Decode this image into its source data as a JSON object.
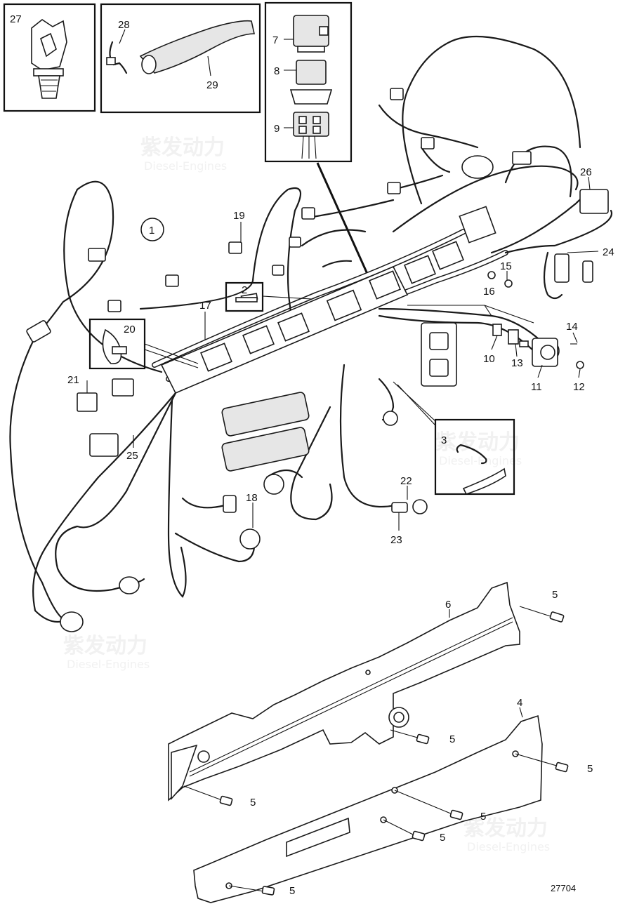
{
  "diagram": {
    "drawing_number": "27704",
    "watermark": {
      "brand": "紫发动力",
      "sub": "Diesel-Engines"
    },
    "callouts": [
      {
        "id": "c27",
        "label": "27"
      },
      {
        "id": "c28",
        "label": "28"
      },
      {
        "id": "c29",
        "label": "29"
      },
      {
        "id": "c7",
        "label": "7"
      },
      {
        "id": "c8",
        "label": "8"
      },
      {
        "id": "c9",
        "label": "9"
      },
      {
        "id": "c26",
        "label": "26"
      },
      {
        "id": "c19",
        "label": "19"
      },
      {
        "id": "c24",
        "label": "24"
      },
      {
        "id": "c15",
        "label": "15"
      },
      {
        "id": "c16",
        "label": "16"
      },
      {
        "id": "c2",
        "label": "2"
      },
      {
        "id": "c17",
        "label": "17"
      },
      {
        "id": "c20",
        "label": "20"
      },
      {
        "id": "c14",
        "label": "14"
      },
      {
        "id": "c10",
        "label": "10"
      },
      {
        "id": "c13",
        "label": "13"
      },
      {
        "id": "c11",
        "label": "11"
      },
      {
        "id": "c12",
        "label": "12"
      },
      {
        "id": "c21",
        "label": "21"
      },
      {
        "id": "c25",
        "label": "25"
      },
      {
        "id": "c3",
        "label": "3"
      },
      {
        "id": "c22",
        "label": "22"
      },
      {
        "id": "c23",
        "label": "23"
      },
      {
        "id": "c18",
        "label": "18"
      },
      {
        "id": "c6",
        "label": "6"
      },
      {
        "id": "c4",
        "label": "4"
      },
      {
        "id": "c5a",
        "label": "5"
      },
      {
        "id": "c5b",
        "label": "5"
      },
      {
        "id": "c5c",
        "label": "5"
      },
      {
        "id": "c5d",
        "label": "5"
      },
      {
        "id": "c5e",
        "label": "5"
      },
      {
        "id": "c5f",
        "label": "5"
      },
      {
        "id": "c5g",
        "label": "5"
      }
    ],
    "reference_marker": "1"
  }
}
